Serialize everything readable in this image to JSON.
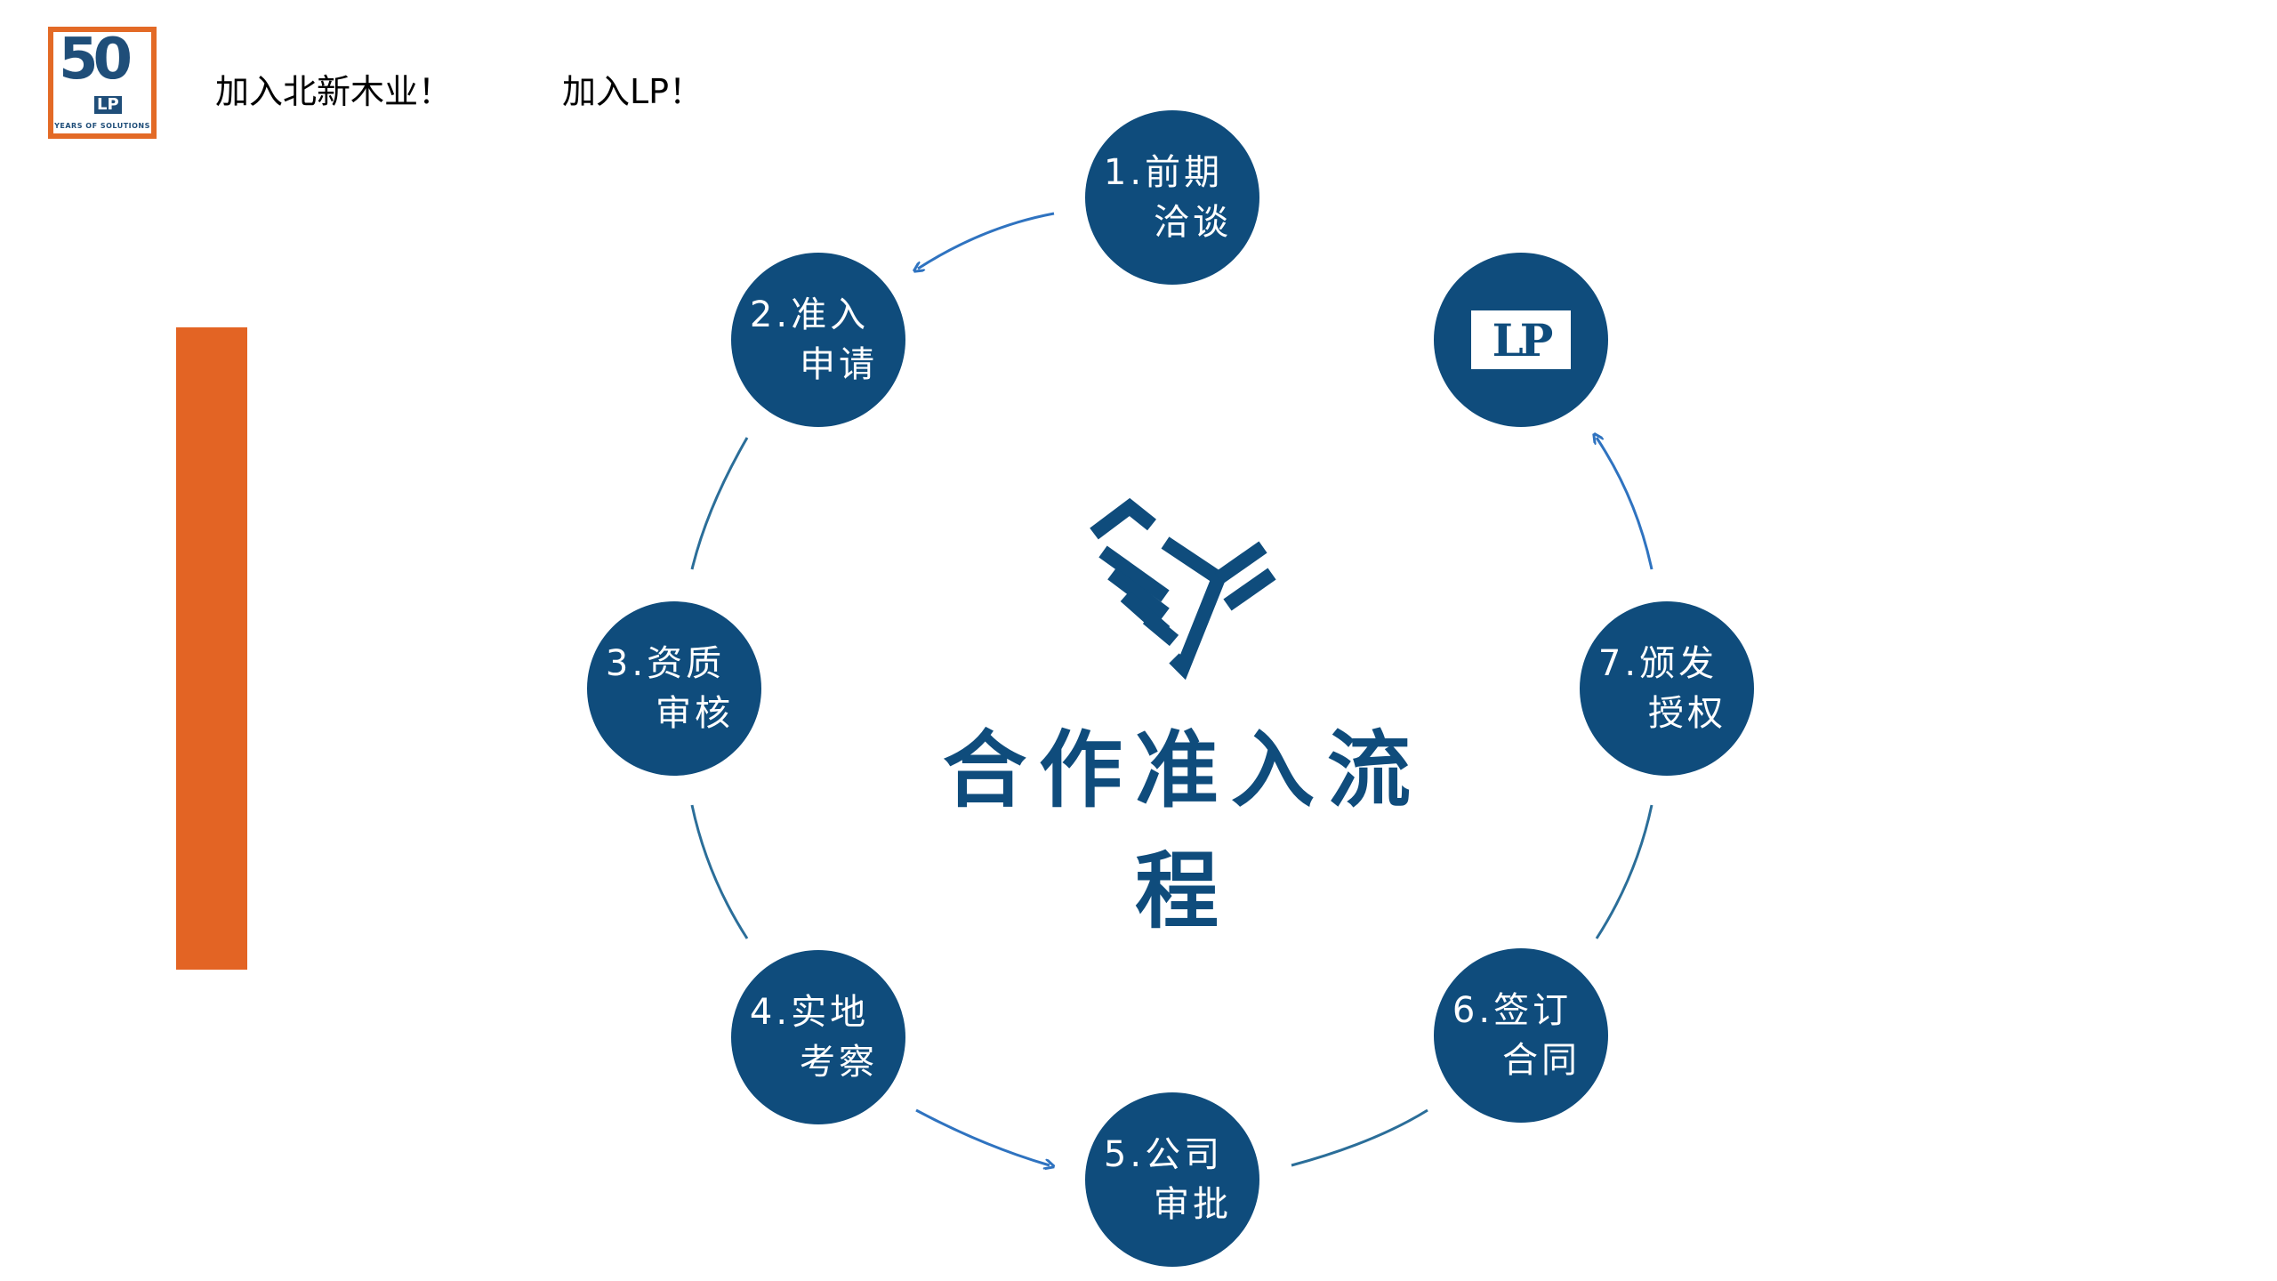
{
  "logo": {
    "number": "50",
    "mark": "LP",
    "tagline": "YEARS OF SOLUTIONS"
  },
  "header": {
    "text1": "加入北新木业！",
    "text2": "加入LP！"
  },
  "center": {
    "title": "合作准入流程",
    "icon": "handshake-icon"
  },
  "nodes": [
    {
      "l1": "1.前期",
      "l2": "洽谈"
    },
    {
      "l1": "2.准入",
      "l2": "申请"
    },
    {
      "l1": "3.资质",
      "l2": "审核"
    },
    {
      "l1": "4.实地",
      "l2": "考察"
    },
    {
      "l1": "5.公司",
      "l2": "审批"
    },
    {
      "l1": "6.签订",
      "l2": "合同"
    },
    {
      "l1": "7.颁发",
      "l2": "授权"
    }
  ],
  "final_node": {
    "mark": "LP"
  },
  "colors": {
    "node": "#0f4c7c",
    "accent": "#e36424",
    "arrow": "#2f73c0"
  }
}
